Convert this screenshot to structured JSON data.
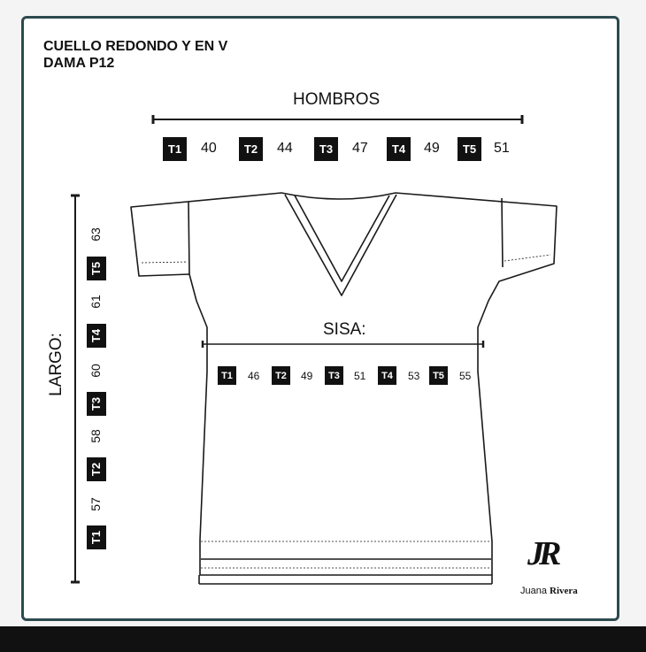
{
  "title": {
    "line1": "CUELLO REDONDO Y EN V",
    "line2": "DAMA P12"
  },
  "hombros": {
    "label": "HOMBROS",
    "sizes": [
      {
        "size": "T1",
        "value": "40"
      },
      {
        "size": "T2",
        "value": "44"
      },
      {
        "size": "T3",
        "value": "47"
      },
      {
        "size": "T4",
        "value": "49"
      },
      {
        "size": "T5",
        "value": "51"
      }
    ]
  },
  "sisa": {
    "label": "SISA:",
    "sizes": [
      {
        "size": "T1",
        "value": "46"
      },
      {
        "size": "T2",
        "value": "49"
      },
      {
        "size": "T3",
        "value": "51"
      },
      {
        "size": "T4",
        "value": "53"
      },
      {
        "size": "T5",
        "value": "55"
      }
    ]
  },
  "largo": {
    "label": "LARGO:",
    "sizes": [
      {
        "size": "T1",
        "value": "57"
      },
      {
        "size": "T2",
        "value": "58"
      },
      {
        "size": "T3",
        "value": "60"
      },
      {
        "size": "T4",
        "value": "61"
      },
      {
        "size": "T5",
        "value": "63"
      }
    ]
  },
  "brand": {
    "monogram": "JR",
    "first": "Juana",
    "last": "Rivera"
  },
  "colors": {
    "frame": "#2d4a4f",
    "badge": "#111111",
    "line": "#1a1a1a"
  }
}
